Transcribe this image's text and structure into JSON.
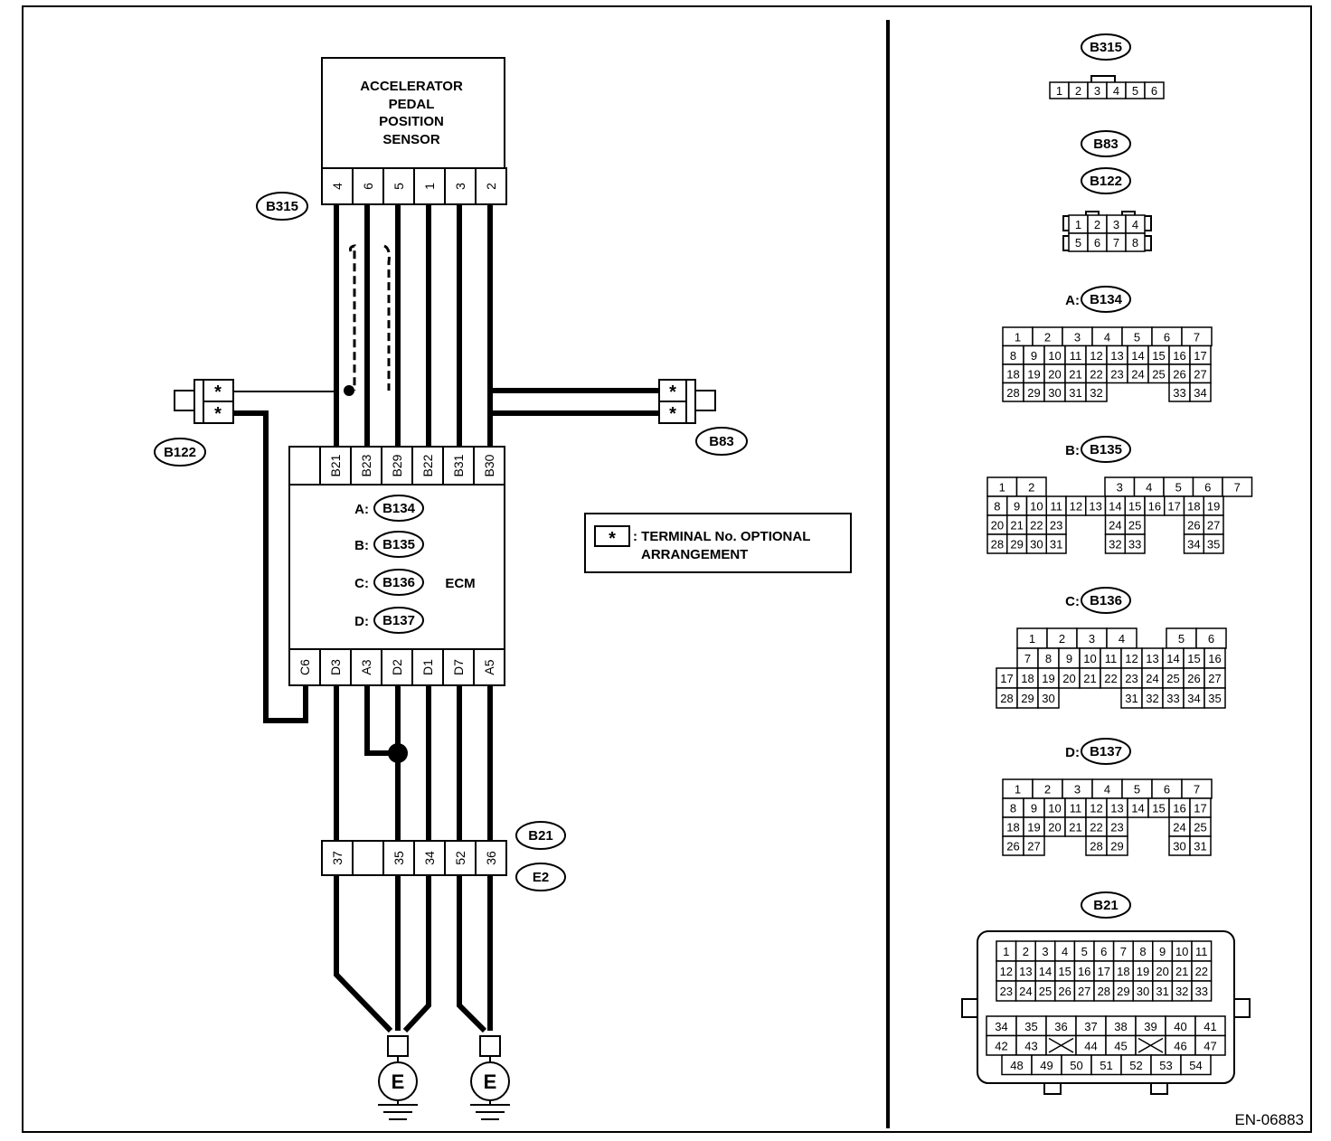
{
  "sensor": {
    "lines": [
      "ACCELERATOR",
      "PEDAL",
      "POSITION",
      "SENSOR"
    ]
  },
  "sensor_pins": [
    "4",
    "6",
    "5",
    "1",
    "3",
    "2"
  ],
  "ecm": {
    "label": "ECM",
    "top_pins": [
      "B21",
      "B23",
      "B29",
      "B22",
      "B31",
      "B30"
    ],
    "bottom_pins": [
      "C6",
      "D3",
      "A3",
      "D2",
      "D1",
      "D7",
      "A5"
    ],
    "connectors": [
      {
        "prefix": "A:",
        "id": "B134"
      },
      {
        "prefix": "B:",
        "id": "B135"
      },
      {
        "prefix": "C:",
        "id": "B136"
      },
      {
        "prefix": "D:",
        "id": "B137"
      }
    ]
  },
  "joint_pins": [
    "37",
    "",
    "35",
    "34",
    "52",
    "36"
  ],
  "ovals": {
    "b315": "B315",
    "b122": "B122",
    "b83": "B83",
    "b21": "B21",
    "e2": "E2"
  },
  "star": "*",
  "legend": {
    "star": "*",
    "line1": ": TERMINAL No. OPTIONAL",
    "line2": "ARRANGEMENT"
  },
  "ground": "E",
  "faces": {
    "b315": {
      "id": "B315",
      "rows": [
        [
          "1",
          "2",
          "3",
          "4",
          "5",
          "6"
        ]
      ]
    },
    "b83": {
      "id": "B83"
    },
    "b122": {
      "id": "B122",
      "rows": [
        [
          "1",
          "2",
          "3",
          "4"
        ],
        [
          "5",
          "6",
          "7",
          "8"
        ]
      ]
    },
    "b134": {
      "prefix": "A:",
      "id": "B134",
      "rows": [
        [
          "1",
          "2",
          "3",
          "4",
          "5",
          "6",
          "7"
        ],
        [
          "8",
          "9",
          "10",
          "11",
          "12",
          "13",
          "14",
          "15",
          "16",
          "17"
        ],
        [
          "18",
          "19",
          "20",
          "21",
          "22",
          "23",
          "24",
          "25",
          "26",
          "27"
        ],
        [
          "28",
          "29",
          "30",
          "31",
          "32",
          "",
          "",
          "",
          "33",
          "34"
        ]
      ]
    },
    "b135": {
      "prefix": "B:",
      "id": "B135",
      "rows": [
        [
          "1",
          "2",
          "",
          "",
          "3",
          "4",
          "5",
          "6",
          "7"
        ],
        [
          "8",
          "9",
          "10",
          "11",
          "12",
          "13",
          "14",
          "15",
          "16",
          "17",
          "18",
          "19"
        ],
        [
          "20",
          "21",
          "22",
          "23",
          "",
          "",
          "24",
          "25",
          "",
          "",
          "26",
          "27"
        ],
        [
          "28",
          "29",
          "30",
          "31",
          "",
          "",
          "32",
          "33",
          "",
          "",
          "34",
          "35"
        ]
      ]
    },
    "b136": {
      "prefix": "C:",
      "id": "B136",
      "rows": [
        [
          "",
          "1",
          "2",
          "3",
          "4",
          "",
          "5",
          "6"
        ],
        [
          "",
          "7",
          "8",
          "9",
          "10",
          "11",
          "12",
          "13",
          "14",
          "15",
          "16"
        ],
        [
          "17",
          "18",
          "19",
          "20",
          "21",
          "22",
          "23",
          "24",
          "25",
          "26",
          "27"
        ],
        [
          "28",
          "29",
          "30",
          "",
          "",
          "",
          "31",
          "32",
          "33",
          "34",
          "35"
        ]
      ]
    },
    "b137": {
      "prefix": "D:",
      "id": "B137",
      "rows": [
        [
          "1",
          "2",
          "3",
          "4",
          "5",
          "6",
          "7"
        ],
        [
          "8",
          "9",
          "10",
          "11",
          "12",
          "13",
          "14",
          "15",
          "16",
          "17"
        ],
        [
          "18",
          "19",
          "20",
          "21",
          "22",
          "23",
          "",
          "",
          "24",
          "25"
        ],
        [
          "26",
          "27",
          "",
          "",
          "28",
          "29",
          "",
          "",
          "30",
          "31"
        ]
      ]
    },
    "b21": {
      "id": "B21",
      "upper": [
        [
          "1",
          "2",
          "3",
          "4",
          "5",
          "6",
          "7",
          "8",
          "9",
          "10",
          "11"
        ],
        [
          "12",
          "13",
          "14",
          "15",
          "16",
          "17",
          "18",
          "19",
          "20",
          "21",
          "22"
        ],
        [
          "23",
          "24",
          "25",
          "26",
          "27",
          "28",
          "29",
          "30",
          "31",
          "32",
          "33"
        ]
      ],
      "lower": [
        [
          "34",
          "35",
          "36",
          "37",
          "38",
          "39",
          "40",
          "41"
        ],
        [
          "42",
          "43",
          "",
          "44",
          "45",
          "",
          "46",
          "47"
        ],
        [
          "48",
          "49",
          "50",
          "51",
          "52",
          "53",
          "54"
        ]
      ]
    }
  },
  "code": "EN-06883"
}
